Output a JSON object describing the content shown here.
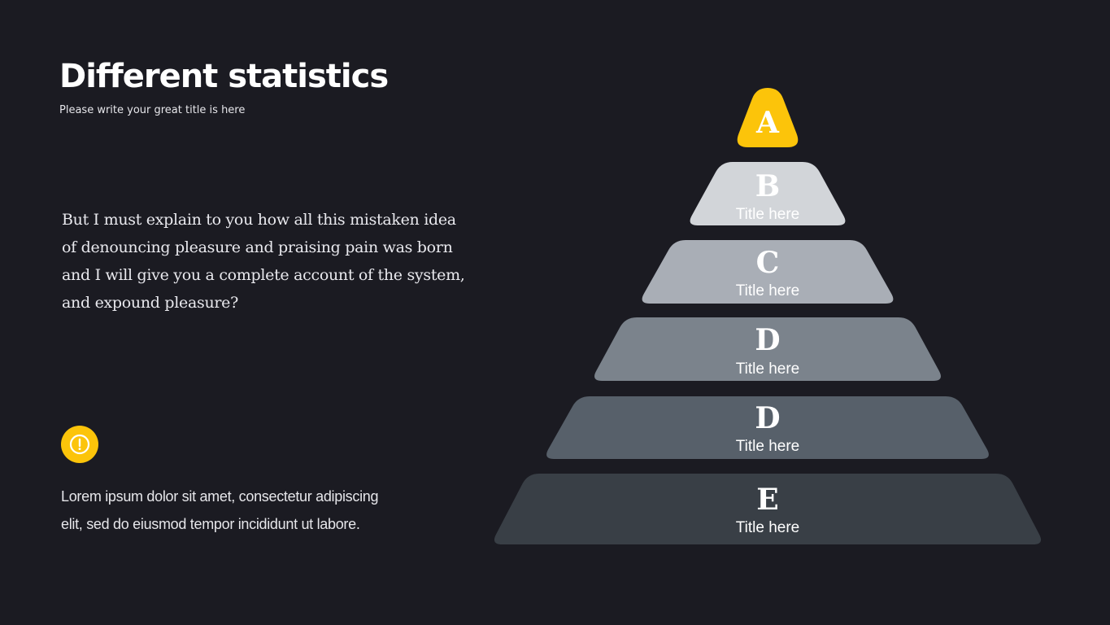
{
  "header": {
    "title": "Different statistics",
    "subtitle": "Please write your great title is here"
  },
  "intro": {
    "text": "But I must explain to you how all this mistaken idea of denouncing pleasure and praising pain was born and I will give you a complete account of the system, and expound pleasure?"
  },
  "note": {
    "icon": "alert-circle-icon",
    "icon_color": "#fcc40a",
    "text": "Lorem ipsum dolor sit amet, consectetur adipiscing elit, sed do eiusmod tempor incididunt ut labore."
  },
  "pyramid": {
    "tiers": [
      {
        "letter": "A",
        "label": "",
        "color": "#fcc40a",
        "text_color": "#ffffff"
      },
      {
        "letter": "B",
        "label": "Title here",
        "color": "#d2d5d9",
        "text_color": "#ffffff"
      },
      {
        "letter": "C",
        "label": "Title here",
        "color": "#a9aeb6",
        "text_color": "#ffffff"
      },
      {
        "letter": "D",
        "label": "Title here",
        "color": "#7b838c",
        "text_color": "#ffffff"
      },
      {
        "letter": "D",
        "label": "Title here",
        "color": "#57606a",
        "text_color": "#ffffff"
      },
      {
        "letter": "E",
        "label": "Title here",
        "color": "#393f46",
        "text_color": "#ffffff"
      }
    ]
  }
}
